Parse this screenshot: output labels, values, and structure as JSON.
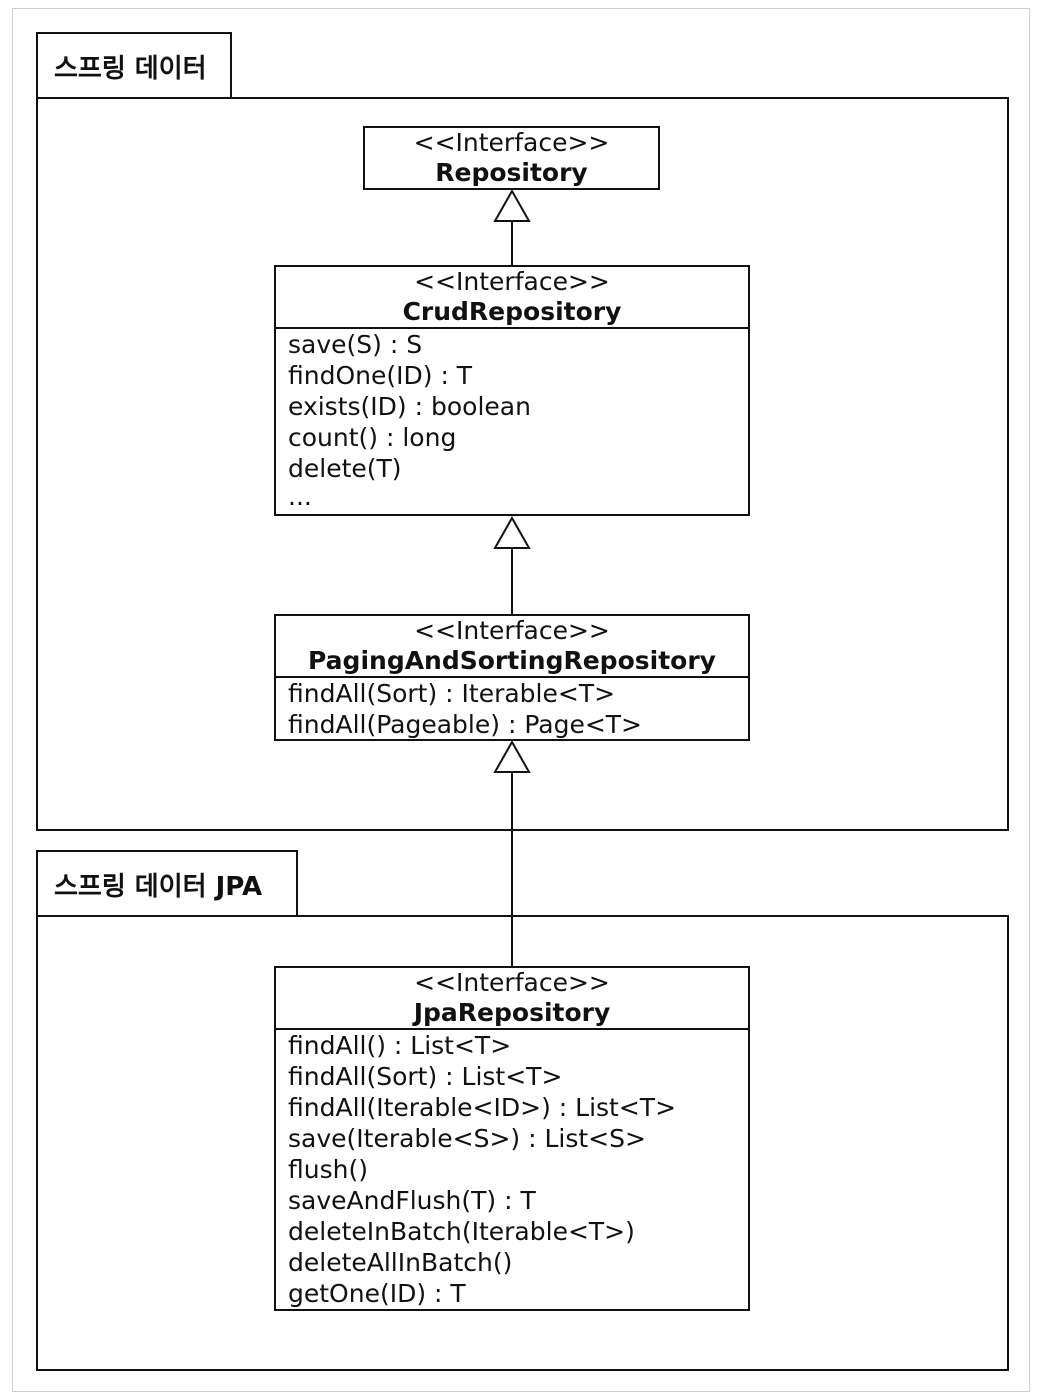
{
  "packages": {
    "spring_data": {
      "label": "스프링 데이터"
    },
    "spring_data_jpa": {
      "label": "스프링 데이터 JPA"
    }
  },
  "classes": {
    "repository": {
      "stereotype": "<<Interface>>",
      "name": "Repository",
      "ops": []
    },
    "crud": {
      "stereotype": "<<Interface>>",
      "name": "CrudRepository",
      "ops": [
        "save(S) : S",
        "findOne(ID) : T",
        "exists(ID) : boolean",
        "count() : long",
        "delete(T)",
        "..."
      ]
    },
    "paging": {
      "stereotype": "<<Interface>>",
      "name": "PagingAndSortingRepository",
      "ops": [
        "findAll(Sort) : Iterable<T>",
        "findAll(Pageable) : Page<T>"
      ]
    },
    "jpa": {
      "stereotype": "<<Interface>>",
      "name": "JpaRepository",
      "ops": [
        "findAll() : List<T>",
        "findAll(Sort) : List<T>",
        "findAll(Iterable<ID>) : List<T>",
        "save(Iterable<S>) : List<S>",
        "flush()",
        "saveAndFlush(T) : T",
        "deleteInBatch(Iterable<T>)",
        "deleteAllInBatch()",
        "getOne(ID) : T"
      ]
    }
  }
}
